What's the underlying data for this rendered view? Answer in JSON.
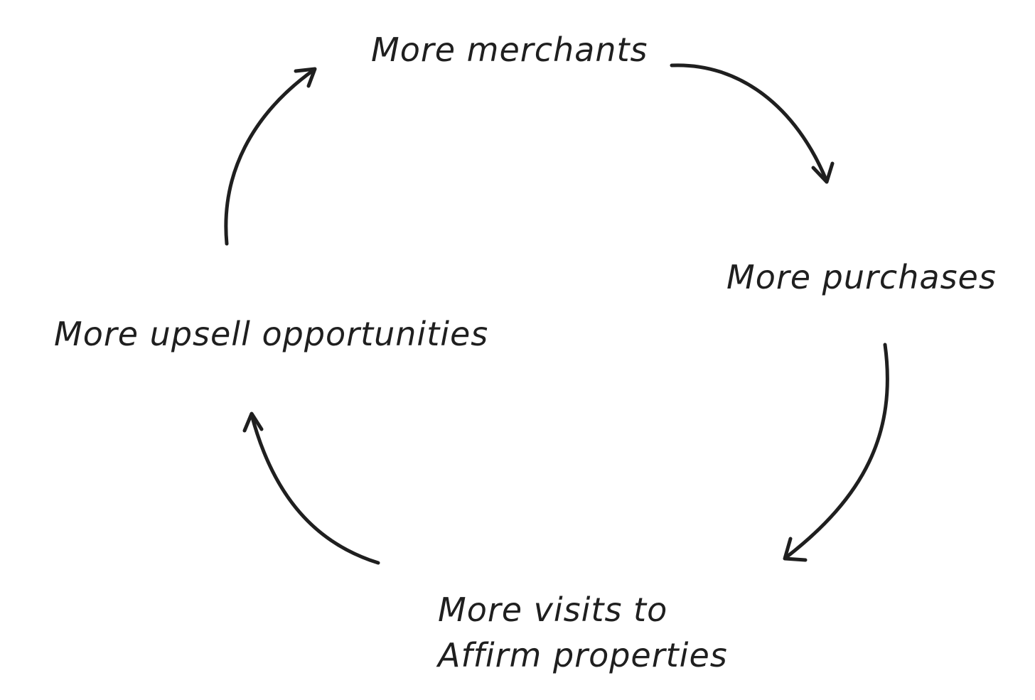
{
  "diagram": {
    "nodes": [
      {
        "id": "merchants",
        "label": "More merchants"
      },
      {
        "id": "purchases",
        "label": "More purchases"
      },
      {
        "id": "visits",
        "lines": [
          "More visits to",
          "Affirm properties"
        ]
      },
      {
        "id": "upsell",
        "label": "More upsell opportunities"
      }
    ],
    "edges": [
      {
        "from": "merchants",
        "to": "purchases"
      },
      {
        "from": "purchases",
        "to": "visits"
      },
      {
        "from": "visits",
        "to": "upsell"
      },
      {
        "from": "upsell",
        "to": "merchants"
      }
    ],
    "colors": {
      "ink": "#1f1f1f",
      "background": "#ffffff"
    }
  }
}
